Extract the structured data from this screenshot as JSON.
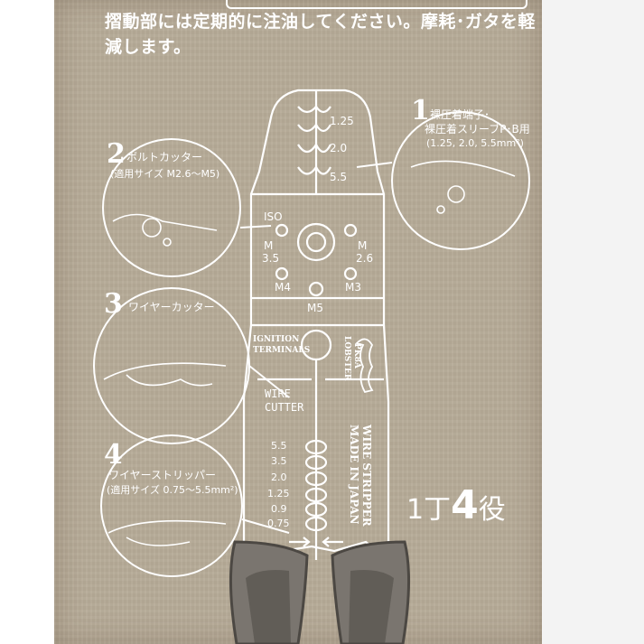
{
  "notice_text": "摺動部には定期的に注油してください。摩耗･ガタを軽減します。",
  "features": [
    {
      "number": "1",
      "title": "裸圧着端子･",
      "subtitle": "裸圧着スリーブP･B用",
      "detail": "(1.25, 2.0, 5.5mm²)"
    },
    {
      "number": "2",
      "title": "ボルトカッター",
      "detail": "(適用サイズ  M2.6〜M5)"
    },
    {
      "number": "3",
      "title": "ワイヤーカッター"
    },
    {
      "number": "4",
      "title": "ワイヤーストリッパー",
      "detail": "(適用サイズ  0.75〜5.5mm²)"
    }
  ],
  "tool_labels": {
    "crimp_sizes": [
      "1.25",
      "2.0",
      "5.5"
    ],
    "iso": "ISO",
    "m35": [
      "M",
      "3.5"
    ],
    "m26": [
      "M",
      "2.6"
    ],
    "m4": "M4",
    "m3": "M3",
    "m5": "M5",
    "ignition": [
      "IGNITION",
      "TERMINALS"
    ],
    "brand_vertical": [
      "LOBSTER",
      "PK8A"
    ],
    "wire_cutter": [
      "WIRE",
      "CUTTER"
    ],
    "strip_sizes": [
      "5.5",
      "3.5",
      "2.0",
      "1.25",
      "0.9",
      "0.75"
    ],
    "made_in": [
      "MADE IN JAPAN",
      "WIRE STRIPPER"
    ]
  },
  "count_label": {
    "prefix": "1丁",
    "number": "4",
    "suffix": "役"
  },
  "colors": {
    "card": "#b7ab98",
    "line": "#ffffff",
    "handle": "#7a756f",
    "handle_dark": "#4c4843"
  }
}
